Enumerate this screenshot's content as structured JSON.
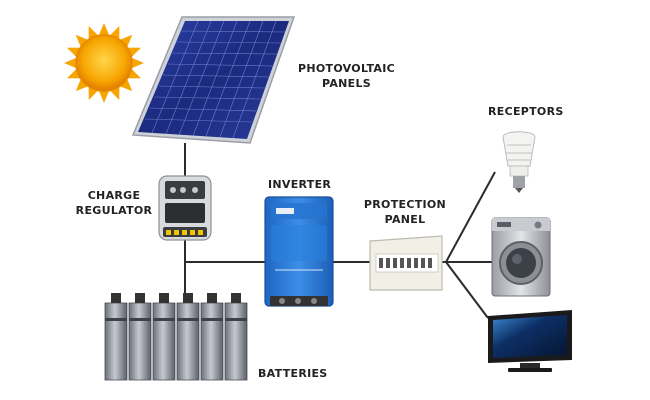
{
  "diagram": {
    "labels": {
      "photovoltaic_line1": "PHOTOVOLTAIC",
      "photovoltaic_line2": "PANELS",
      "receptors": "RECEPTORS",
      "charge_line1": "CHARGE",
      "charge_line2": "REGULATOR",
      "inverter": "INVERTER",
      "protection_line1": "PROTECTION",
      "protection_line2": "PANEL",
      "batteries": "BATTERIES"
    },
    "colors": {
      "wire": "#2b2b2b",
      "sun": "#f7a500",
      "panel": "#1d2f8c",
      "inverter": "#2f7ed8",
      "text": "#222222"
    },
    "icons": [
      "sun-icon",
      "solar-panel-icon",
      "charge-regulator-icon",
      "inverter-icon",
      "protection-panel-icon",
      "battery-icon",
      "light-bulb-icon",
      "washing-machine-icon",
      "television-icon"
    ]
  }
}
